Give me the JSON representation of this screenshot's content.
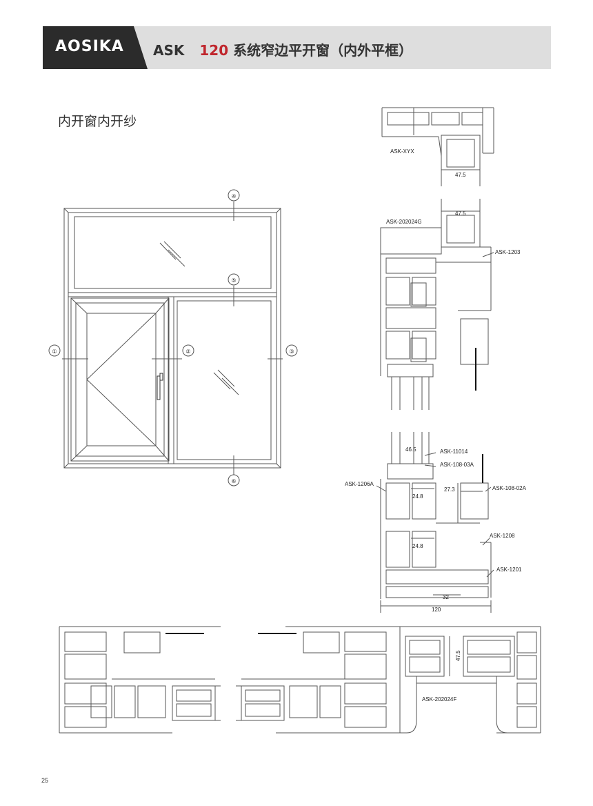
{
  "header": {
    "brand": "AOSIKA",
    "series": "ASK",
    "number": "120",
    "title_rest": "系统窄边平开窗（内外平框）"
  },
  "section_title": "内开窗内开纱",
  "elevation_markers": [
    "④",
    "⑤",
    "①",
    "②",
    "③",
    "⑥"
  ],
  "profiles": {
    "top": {
      "code": "ASK-XYX",
      "dim": "47.5"
    },
    "middle": {
      "codes": [
        "ASK-202024G",
        "ASK-1203"
      ],
      "dim": "47.5"
    },
    "bottom": {
      "codes": [
        "ASK-11014",
        "ASK-108-03A",
        "ASK-1206A",
        "ASK-108-02A",
        "ASK-1208",
        "ASK-1201"
      ],
      "dims": [
        "46.5",
        "24.8",
        "27.3",
        "24.8",
        "32",
        "120"
      ]
    },
    "horizontal": {
      "code": "ASK-202024F",
      "dim": "47.5"
    }
  },
  "page_number": "25"
}
